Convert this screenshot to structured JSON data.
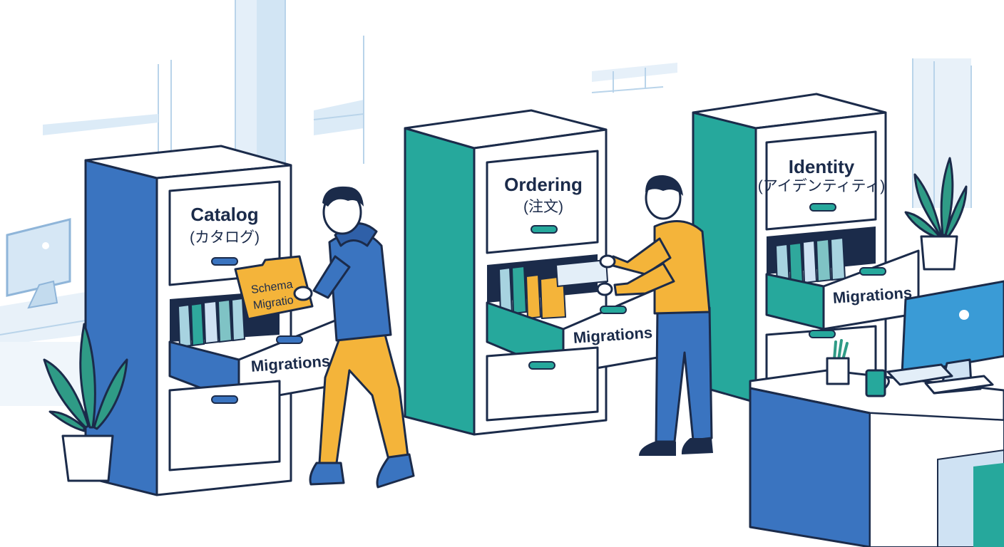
{
  "cabinets": [
    {
      "id": "catalog",
      "title": "Catalog",
      "subtitle": "(カタログ)",
      "drawer_label": "Migrations",
      "color": "#3a74c0"
    },
    {
      "id": "ordering",
      "title": "Ordering",
      "subtitle": "(注文)",
      "drawer_label": "Migrations",
      "color": "#26a89c"
    },
    {
      "id": "identity",
      "title": "Identity",
      "subtitle": "(アイデンティティ)",
      "drawer_label": "Migrations",
      "color": "#26a89c"
    }
  ],
  "folder": {
    "line1": "Schema",
    "line2": "Migratio"
  },
  "colors": {
    "blue": "#3a74c0",
    "teal": "#26a89c",
    "yellow": "#f4b43a",
    "navy": "#1b2b4a",
    "light_blue": "#cfe2f3",
    "green_plant": "#2f9b86"
  }
}
